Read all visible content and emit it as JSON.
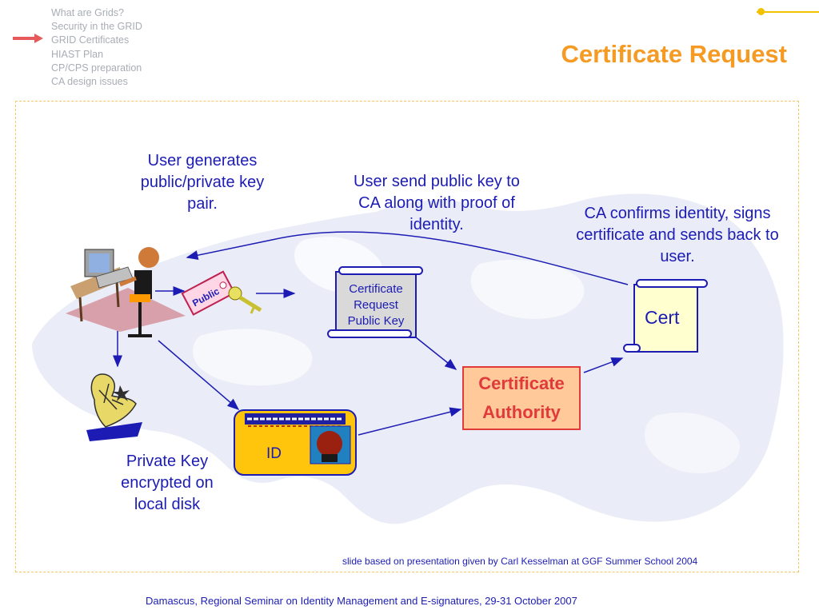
{
  "nav": {
    "items": [
      {
        "label": "What are Grids?"
      },
      {
        "label": "Security in the GRID"
      },
      {
        "label": "GRID Certificates"
      },
      {
        "label": "HIAST Plan"
      },
      {
        "label": "CP/CPS preparation"
      },
      {
        "label": "CA design issues"
      }
    ],
    "current_index": 2
  },
  "title": "Certificate Request",
  "captions": {
    "user_generates": "User generates public/private key pair.",
    "user_send": "User send public key to CA along with proof of identity.",
    "ca_confirms": "CA confirms identity, signs certificate and sends back to user.",
    "private_key": "Private Key encrypted on local disk"
  },
  "request_scroll": {
    "line1": "Certificate",
    "line2": "Request",
    "line3": "Public Key"
  },
  "public_tag": "Public",
  "ca_box": {
    "line1": "Certificate",
    "line2": "Authority"
  },
  "cert_label": "Cert",
  "id_card": {
    "label": "ID"
  },
  "credit": "slide based on presentation given by Carl Kesselman at GGF Summer School 2004",
  "footer": "Damascus, Regional Seminar on Identity Management and E-signatures, 29-31 October 2007",
  "colors": {
    "title": "#f59a23",
    "text": "#1c1cb4",
    "ca_border": "#e03a3a",
    "ca_fill": "#ffc99a",
    "nav_arrow": "#e85a5a",
    "accent": "#f2c200"
  }
}
